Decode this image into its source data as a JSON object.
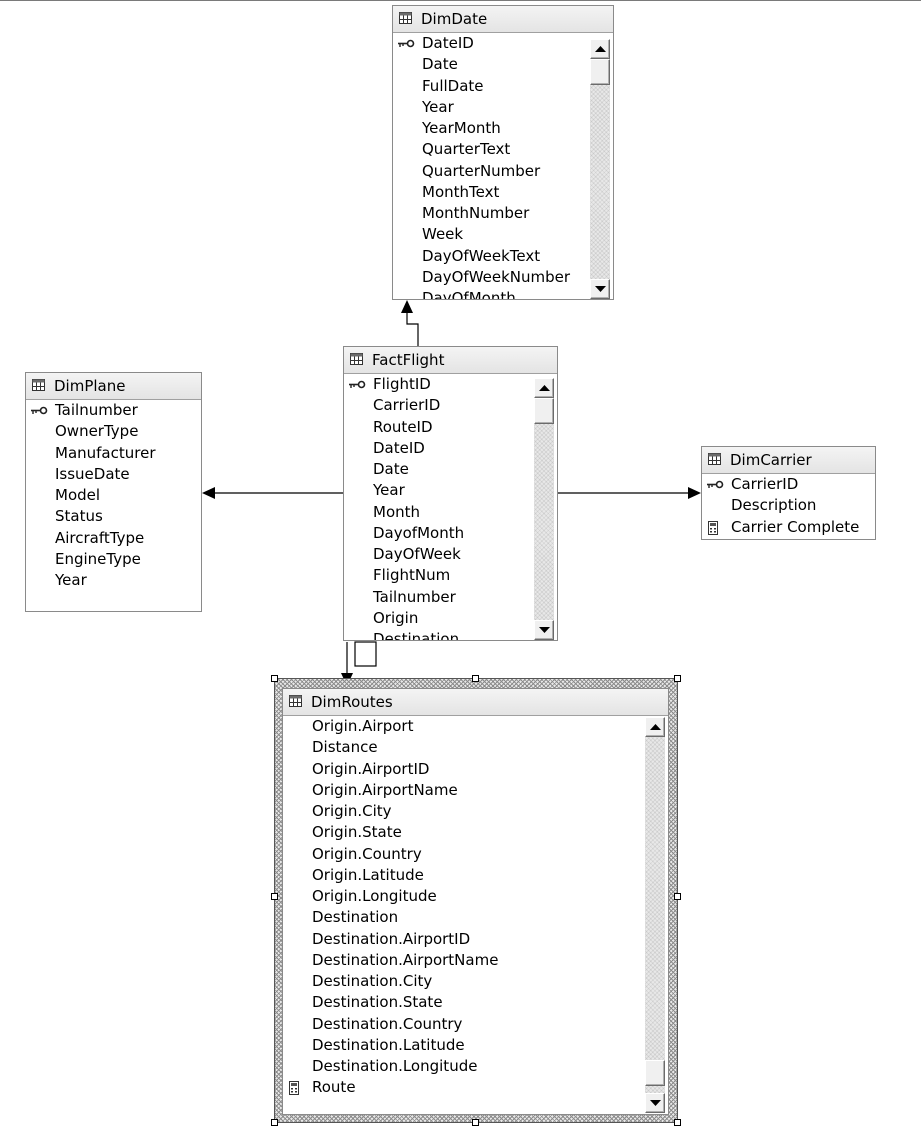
{
  "tables": {
    "dim_date": {
      "title": "DimDate",
      "key_field": "DateID",
      "fields": [
        "Date",
        "FullDate",
        "Year",
        "YearMonth",
        "QuarterText",
        "QuarterNumber",
        "MonthText",
        "MonthNumber",
        "Week",
        "DayOfWeekText",
        "DayOfWeekNumber",
        "DayOfMonth"
      ]
    },
    "fact_flight": {
      "title": "FactFlight",
      "key_field": "FlightID",
      "fields": [
        "CarrierID",
        "RouteID",
        "DateID",
        "Date",
        "Year",
        "Month",
        "DayofMonth",
        "DayOfWeek",
        "FlightNum",
        "Tailnumber",
        "Origin",
        "Destination"
      ]
    },
    "dim_plane": {
      "title": "DimPlane",
      "key_field": "Tailnumber",
      "fields": [
        "OwnerType",
        "Manufacturer",
        "IssueDate",
        "Model",
        "Status",
        "AircraftType",
        "EngineType",
        "Year"
      ]
    },
    "dim_carrier": {
      "title": "DimCarrier",
      "key_field": "CarrierID",
      "fields": [
        "Description"
      ],
      "calculated_field": "Carrier Complete"
    },
    "dim_routes": {
      "title": "DimRoutes",
      "fields": [
        "Origin.Airport",
        "Distance",
        "Origin.AirportID",
        "Origin.AirportName",
        "Origin.City",
        "Origin.State",
        "Origin.Country",
        "Origin.Latitude",
        "Origin.Longitude",
        "Destination",
        "Destination.AirportID",
        "Destination.AirportName",
        "Destination.City",
        "Destination.State",
        "Destination.Country",
        "Destination.Latitude",
        "Destination.Longitude"
      ],
      "calculated_field": "Route"
    }
  },
  "relationships": [
    {
      "from": "FactFlight",
      "to": "DimDate"
    },
    {
      "from": "FactFlight",
      "to": "DimPlane"
    },
    {
      "from": "FactFlight",
      "to": "DimCarrier"
    },
    {
      "from": "FactFlight",
      "to": "DimRoutes"
    }
  ],
  "icons": {
    "table": "table-grid-icon",
    "primary_key": "key-icon",
    "calculated": "calculator-icon"
  },
  "colors": {
    "header_bg": "#e8e8e8",
    "border": "#8a8a8a",
    "line": "#000000"
  }
}
